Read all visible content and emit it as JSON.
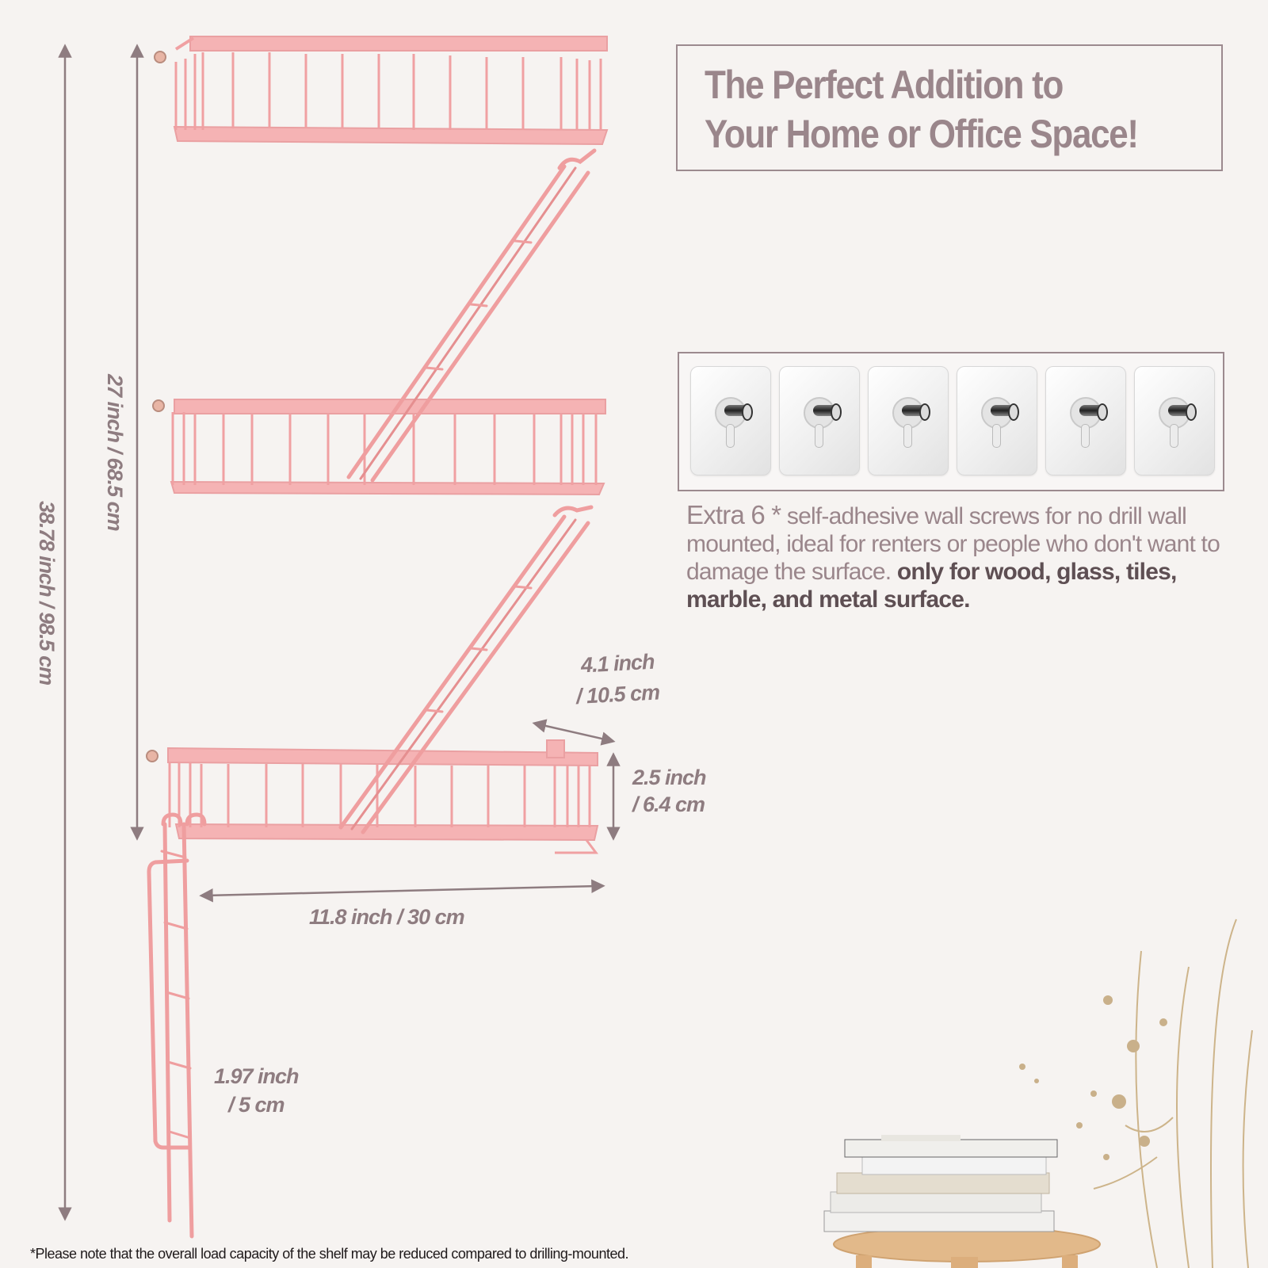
{
  "headline": {
    "line1": "The Perfect Addition to",
    "line2": "Your Home or Office Space!"
  },
  "accessory": {
    "item_count": 6,
    "items": [
      {
        "icon": "adhesive-screw-hook-icon"
      },
      {
        "icon": "adhesive-screw-hook-icon"
      },
      {
        "icon": "adhesive-screw-hook-icon"
      },
      {
        "icon": "adhesive-screw-hook-icon"
      },
      {
        "icon": "adhesive-screw-hook-icon"
      },
      {
        "icon": "adhesive-screw-hook-icon"
      }
    ],
    "description_lead": "Extra 6 *",
    "description_body": " self-adhesive wall screws for no drill wall mounted, ideal for renters or people who don't want to damage the surface. ",
    "description_emphasis": "only for wood, glass, tiles, marble, and metal surface."
  },
  "dimensions": {
    "total_height": "38.78 inch / 98.5 cm",
    "shelf_span_height": "27 inch / 68.5 cm",
    "depth_line1": "4.1 inch",
    "depth_line2": "/ 10.5 cm",
    "rail_height_line1": "2.5 inch",
    "rail_height_line2": "/ 6.4 cm",
    "width": "11.8 inch / 30 cm",
    "ladder_width_line1": "1.97 inch",
    "ladder_width_line2": "/ 5 cm"
  },
  "product": {
    "name": "fire-escape-wall-shelf",
    "tiers": 3,
    "color": "#f2a6a6"
  },
  "colors": {
    "background": "#f6f3f1",
    "text": "#9a868b",
    "text_emphasis": "#5e4f53",
    "arrow": "#8e7c80",
    "shelf_pink": "#f2a6a6",
    "shelf_pink_dark": "#e58f90"
  },
  "footnote": "*Please note that the overall load capacity of the shelf may be reduced compared to drilling-mounted."
}
